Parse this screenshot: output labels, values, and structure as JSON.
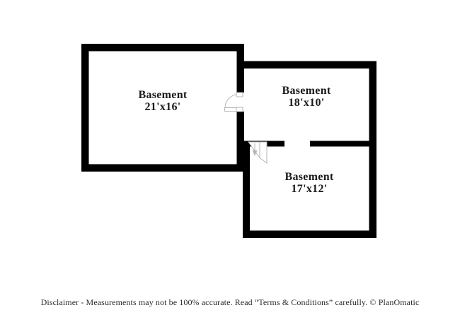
{
  "colors": {
    "background": "#ffffff",
    "wall": "#000000",
    "symbol": "#b5b5b5",
    "room_text": "#1b1b1b",
    "disclaimer_text": "#2b2b2b"
  },
  "rooms": [
    {
      "label": "Basement",
      "dimensions": "21'x16'"
    },
    {
      "label": "Basement",
      "dimensions": "18'x10'"
    },
    {
      "label": "Basement",
      "dimensions": "17'x12'"
    }
  ],
  "symbols": [
    {
      "name": "door-swing"
    },
    {
      "name": "stairs-down"
    }
  ],
  "footer": {
    "disclaimer": "Disclaimer - Measurements may not be 100% accurate. Read “Terms & Conditions” carefully. © PlanOmatic"
  }
}
